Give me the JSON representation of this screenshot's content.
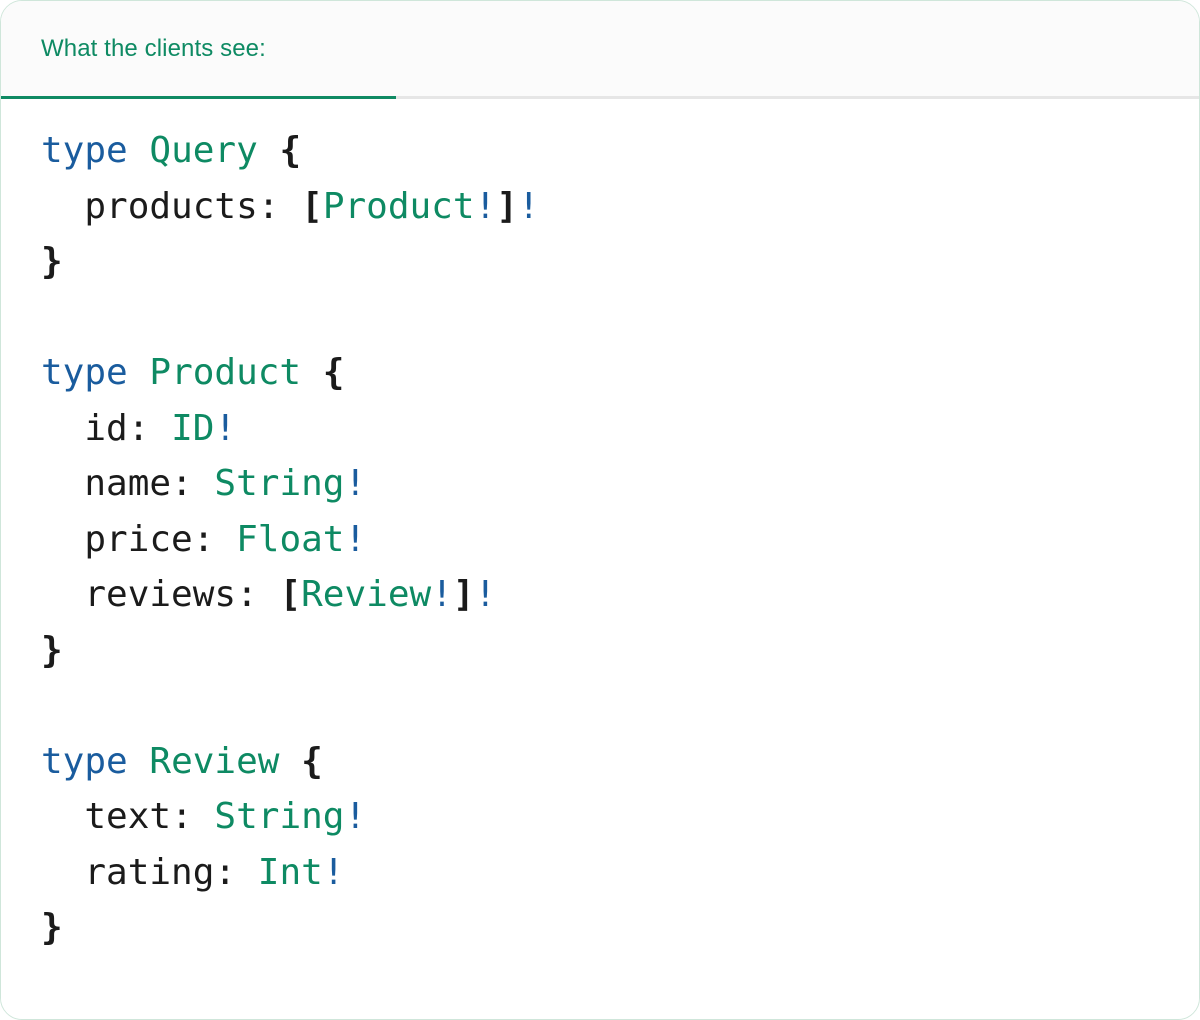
{
  "card": {
    "accent_color": "#0e8a63",
    "keyword_color": "#1a5c9e",
    "text_color": "#1b1b1b",
    "border_color": "#cfe6da",
    "header_bg": "#fbfbfb",
    "body_bg": "#ffffff"
  },
  "header": {
    "tabs": [
      {
        "label": "What the clients see:",
        "active": true
      }
    ]
  },
  "code": {
    "language": "graphql",
    "lines": [
      {
        "indent": 0,
        "tokens": [
          {
            "t": "type",
            "k": "kw"
          },
          {
            "t": " ",
            "k": "plain"
          },
          {
            "t": "Query",
            "k": "type"
          },
          {
            "t": " ",
            "k": "plain"
          },
          {
            "t": "{",
            "k": "brace"
          }
        ]
      },
      {
        "indent": 2,
        "tokens": [
          {
            "t": "products:",
            "k": "field"
          },
          {
            "t": " ",
            "k": "plain"
          },
          {
            "t": "[",
            "k": "bracket"
          },
          {
            "t": "Product",
            "k": "type"
          },
          {
            "t": "!",
            "k": "bang"
          },
          {
            "t": "]",
            "k": "bracket"
          },
          {
            "t": "!",
            "k": "bang"
          }
        ]
      },
      {
        "indent": 0,
        "tokens": [
          {
            "t": "}",
            "k": "brace"
          }
        ]
      },
      {
        "indent": 0,
        "tokens": []
      },
      {
        "indent": 0,
        "tokens": [
          {
            "t": "type",
            "k": "kw"
          },
          {
            "t": " ",
            "k": "plain"
          },
          {
            "t": "Product",
            "k": "type"
          },
          {
            "t": " ",
            "k": "plain"
          },
          {
            "t": "{",
            "k": "brace"
          }
        ]
      },
      {
        "indent": 2,
        "tokens": [
          {
            "t": "id:",
            "k": "field"
          },
          {
            "t": " ",
            "k": "plain"
          },
          {
            "t": "ID",
            "k": "type"
          },
          {
            "t": "!",
            "k": "bang"
          }
        ]
      },
      {
        "indent": 2,
        "tokens": [
          {
            "t": "name:",
            "k": "field"
          },
          {
            "t": " ",
            "k": "plain"
          },
          {
            "t": "String",
            "k": "type"
          },
          {
            "t": "!",
            "k": "bang"
          }
        ]
      },
      {
        "indent": 2,
        "tokens": [
          {
            "t": "price:",
            "k": "field"
          },
          {
            "t": " ",
            "k": "plain"
          },
          {
            "t": "Float",
            "k": "type"
          },
          {
            "t": "!",
            "k": "bang"
          }
        ]
      },
      {
        "indent": 2,
        "tokens": [
          {
            "t": "reviews:",
            "k": "field"
          },
          {
            "t": " ",
            "k": "plain"
          },
          {
            "t": "[",
            "k": "bracket"
          },
          {
            "t": "Review",
            "k": "type"
          },
          {
            "t": "!",
            "k": "bang"
          },
          {
            "t": "]",
            "k": "bracket"
          },
          {
            "t": "!",
            "k": "bang"
          }
        ]
      },
      {
        "indent": 0,
        "tokens": [
          {
            "t": "}",
            "k": "brace"
          }
        ]
      },
      {
        "indent": 0,
        "tokens": []
      },
      {
        "indent": 0,
        "tokens": [
          {
            "t": "type",
            "k": "kw"
          },
          {
            "t": " ",
            "k": "plain"
          },
          {
            "t": "Review",
            "k": "type"
          },
          {
            "t": " ",
            "k": "plain"
          },
          {
            "t": "{",
            "k": "brace"
          }
        ]
      },
      {
        "indent": 2,
        "tokens": [
          {
            "t": "text:",
            "k": "field"
          },
          {
            "t": " ",
            "k": "plain"
          },
          {
            "t": "String",
            "k": "type"
          },
          {
            "t": "!",
            "k": "bang"
          }
        ]
      },
      {
        "indent": 2,
        "tokens": [
          {
            "t": "rating:",
            "k": "field"
          },
          {
            "t": " ",
            "k": "plain"
          },
          {
            "t": "Int",
            "k": "type"
          },
          {
            "t": "!",
            "k": "bang"
          }
        ]
      },
      {
        "indent": 0,
        "tokens": [
          {
            "t": "}",
            "k": "brace"
          }
        ]
      }
    ]
  }
}
